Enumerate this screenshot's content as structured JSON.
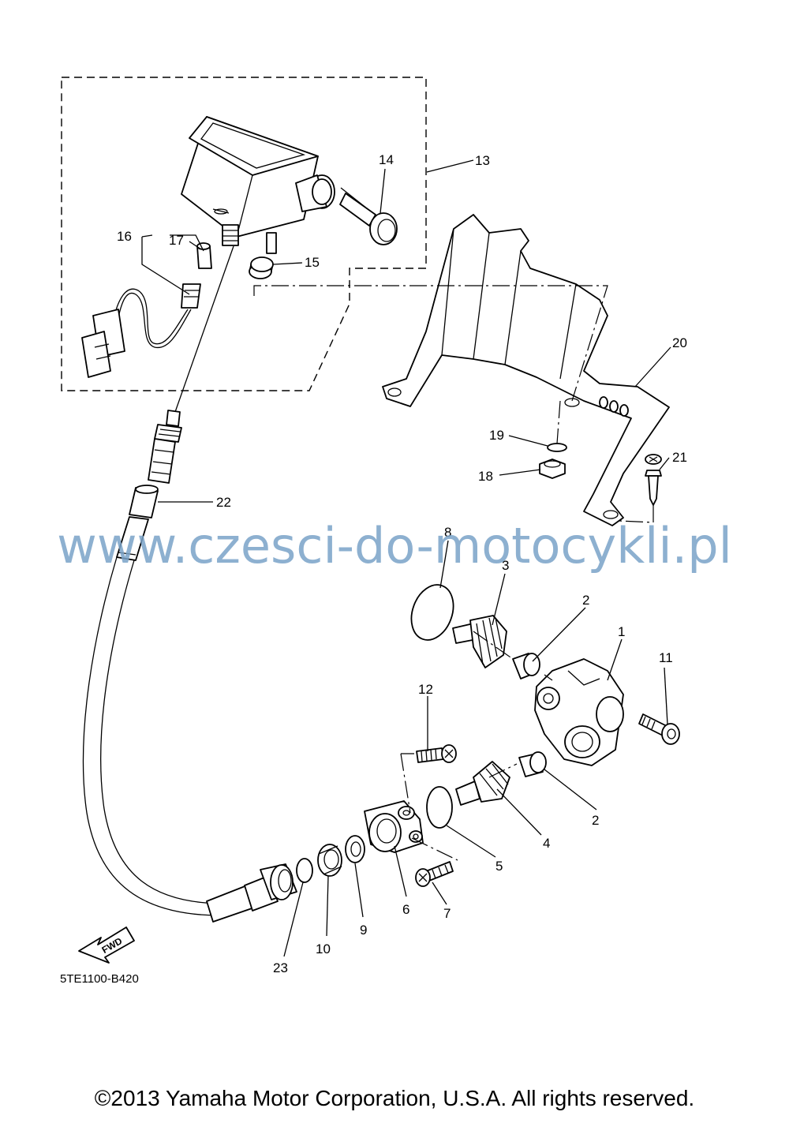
{
  "watermark": "www.czesci-do-motocykli.pl",
  "diagram_code": "5TE1100-B420",
  "copyright": "©2013 Yamaha Motor Corporation, U.S.A. All rights reserved.",
  "fwd_label": "FWD",
  "callouts": {
    "c1": "1",
    "c2a": "2",
    "c2b": "2",
    "c3": "3",
    "c4": "4",
    "c5": "5",
    "c6": "6",
    "c7": "7",
    "c8": "8",
    "c9": "9",
    "c10": "10",
    "c11": "11",
    "c12": "12",
    "c13": "13",
    "c14": "14",
    "c15": "15",
    "c16": "16",
    "c17": "17",
    "c18": "18",
    "c19": "19",
    "c20": "20",
    "c21": "21",
    "c22": "22",
    "c23": "23"
  },
  "colors": {
    "line": "#000000",
    "watermark": "#7aa3c8",
    "background": "#ffffff"
  }
}
